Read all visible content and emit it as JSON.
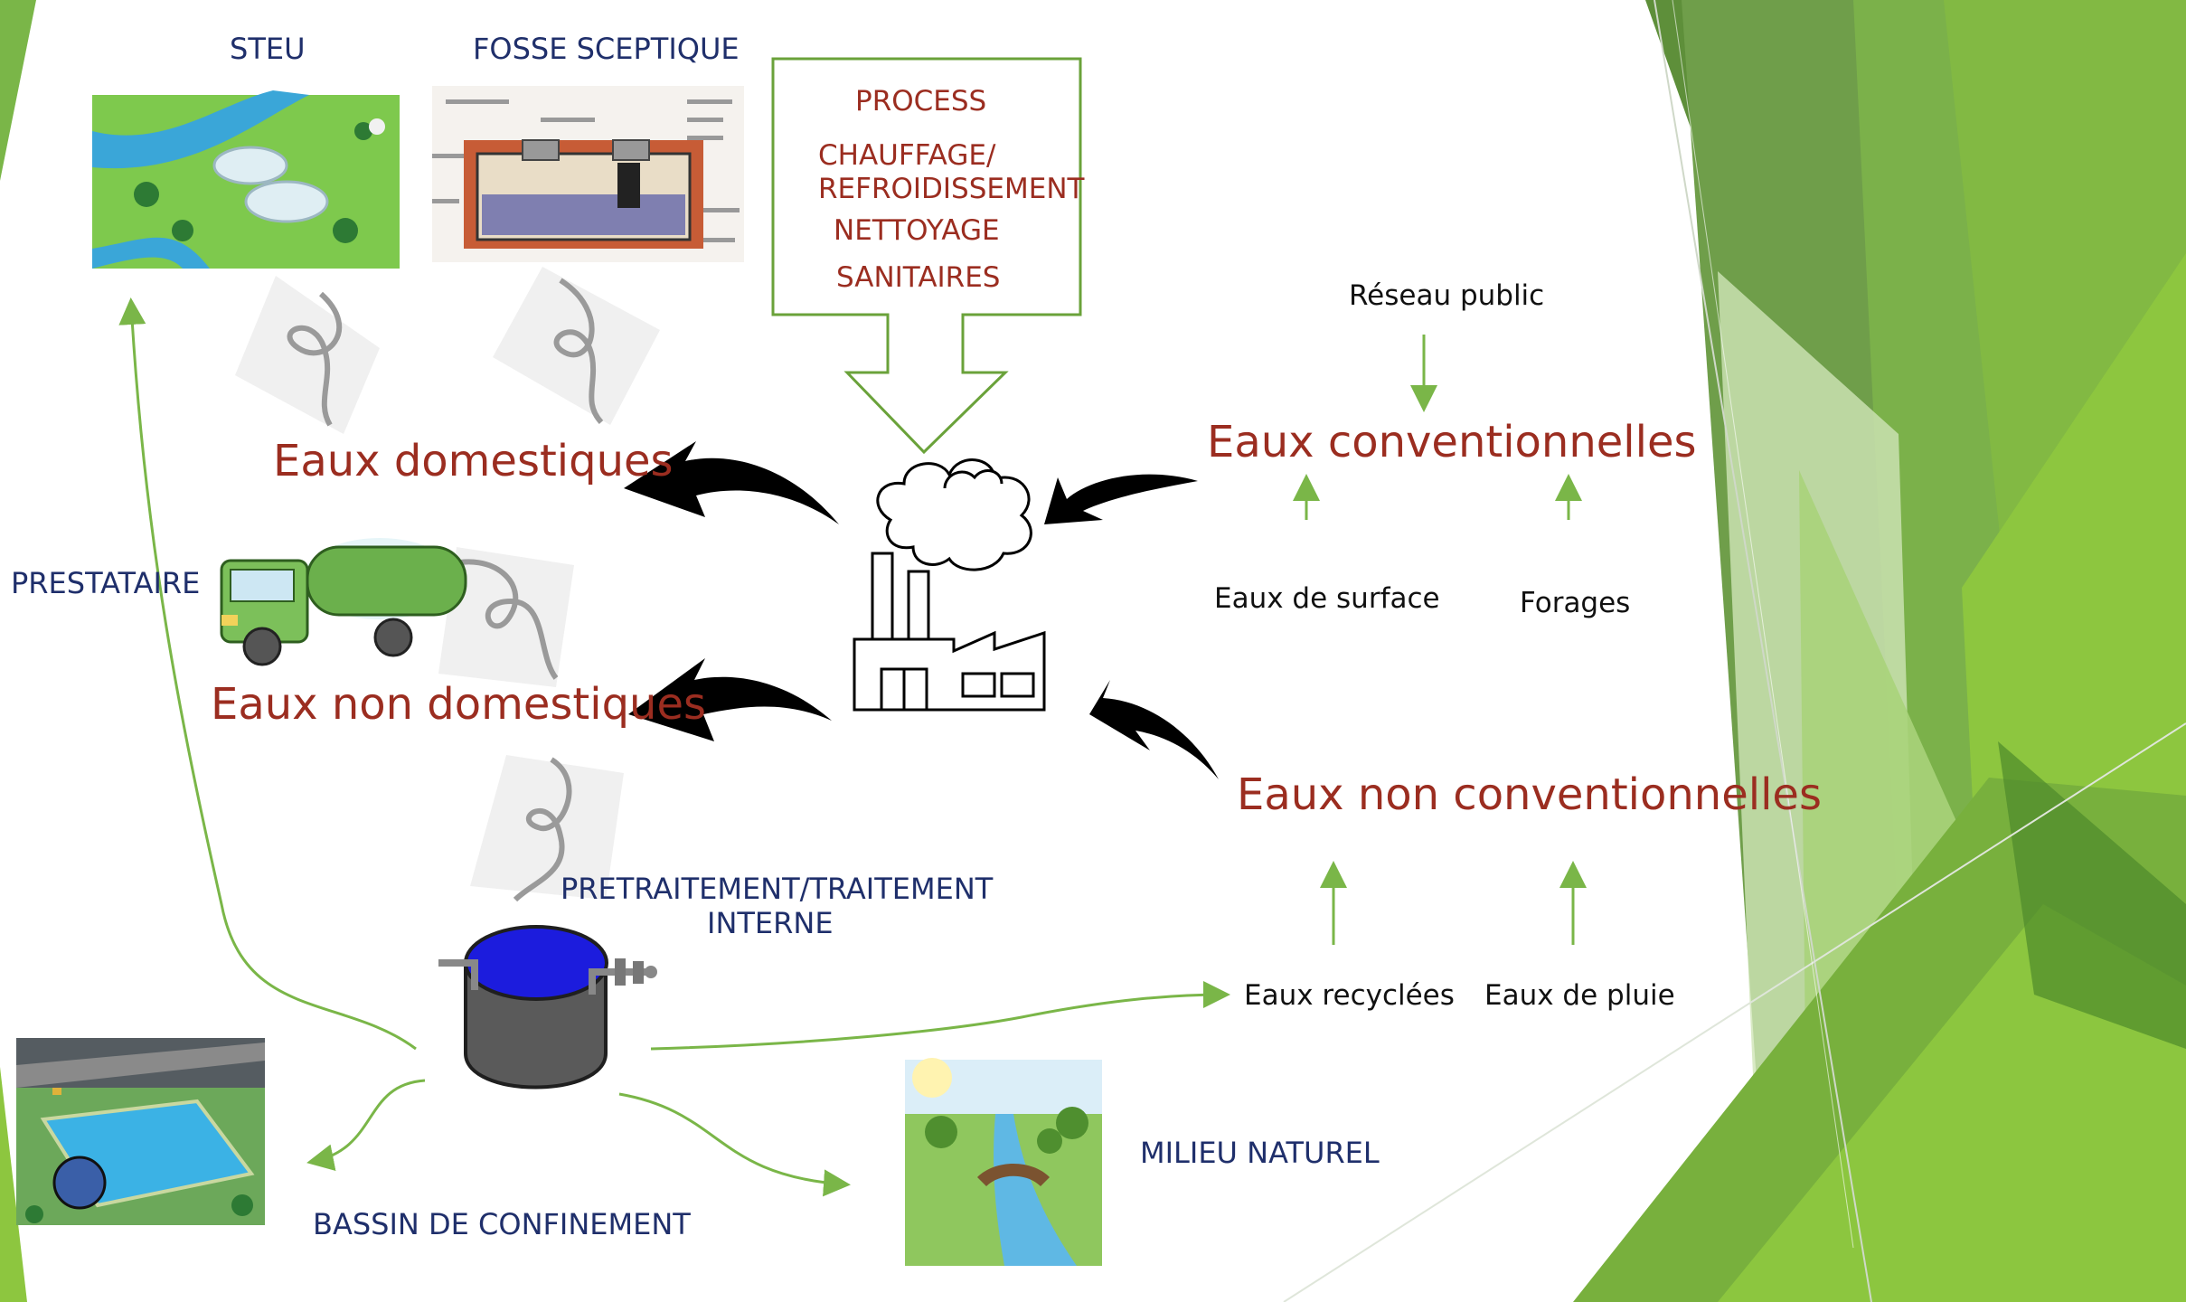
{
  "labels": {
    "steu": "STEU",
    "fosse": "FOSSE SCEPTIQUE",
    "process_box": [
      "PROCESS",
      "CHAUFFAGE/",
      "REFROIDISSEMENT",
      "NETTOYAGE",
      "SANITAIRES"
    ],
    "reseau_public": "Réseau public",
    "eaux_conventionnelles": "Eaux conventionnelles",
    "eaux_domestiques": "Eaux domestiques",
    "prestataire": "PRESTATAIRE",
    "eaux_de_surface": "Eaux de surface",
    "forages": "Forages",
    "eaux_non_domestiques": "Eaux non domestiques",
    "eaux_non_conventionnelles": "Eaux non conventionnelles",
    "pretraitement": [
      "PRETRAITEMENT/TRAITEMENT",
      "INTERNE"
    ],
    "eaux_recyclees": "Eaux recyclées",
    "eaux_de_pluie": "Eaux de pluie",
    "milieu_naturel": "MILIEU NATUREL",
    "bassin": "BASSIN DE CONFINEMENT"
  },
  "colors": {
    "accent_green": "#7ab648",
    "label_red": "#9b2d20",
    "label_navy": "#1f2f6b",
    "process_box_border": "#6aa23a"
  }
}
